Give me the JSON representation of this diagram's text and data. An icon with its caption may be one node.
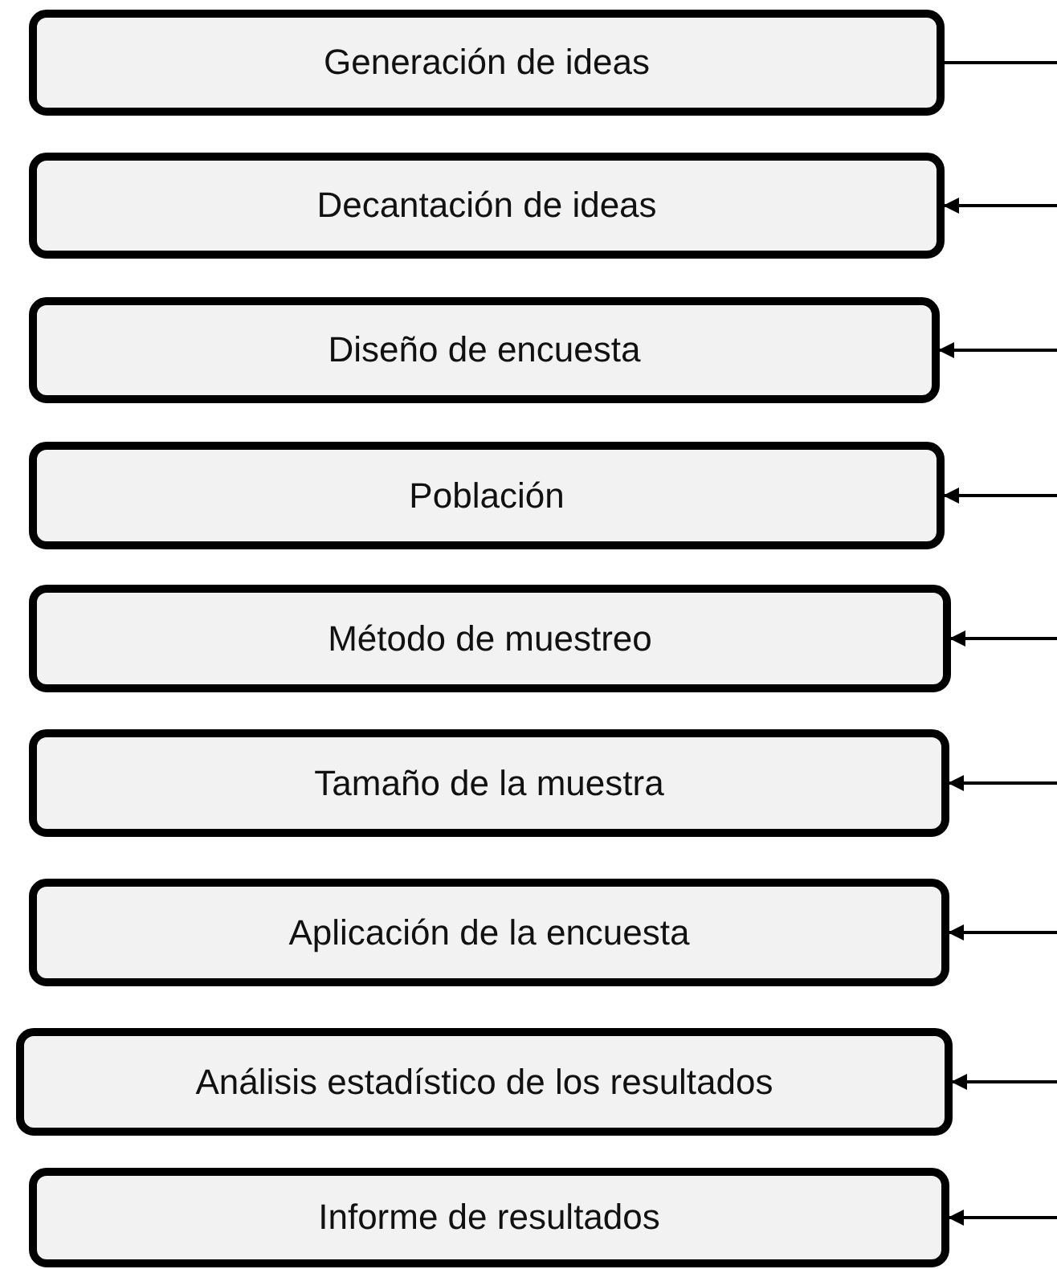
{
  "diagram": {
    "nodes": [
      {
        "text": [
          "Generación de ideas"
        ]
      },
      {
        "text": [
          "Decantación de ideas"
        ]
      },
      {
        "text": [
          "Diseño de encuesta"
        ]
      },
      {
        "text": [
          "Población"
        ]
      },
      {
        "text": [
          "Método de muestreo"
        ]
      },
      {
        "text": [
          "Tamaño de la muestra"
        ]
      },
      {
        "text": [
          "Aplicación de la encuesta"
        ]
      },
      {
        "text": [
          "Análisis estadístico de los resultados"
        ]
      },
      {
        "text": [
          "Informe de resultados"
        ]
      }
    ],
    "edges": [
      {
        "from": 0,
        "to": null,
        "arrow": "none"
      },
      {
        "from": null,
        "to": 1,
        "arrow": "to"
      },
      {
        "from": null,
        "to": 2,
        "arrow": "to"
      },
      {
        "from": null,
        "to": 3,
        "arrow": "to"
      },
      {
        "from": null,
        "to": 4,
        "arrow": "to"
      },
      {
        "from": null,
        "to": 5,
        "arrow": "to"
      },
      {
        "from": null,
        "to": 6,
        "arrow": "to"
      },
      {
        "from": null,
        "to": 7,
        "arrow": "to"
      },
      {
        "from": null,
        "to": 8,
        "arrow": "to"
      }
    ]
  }
}
